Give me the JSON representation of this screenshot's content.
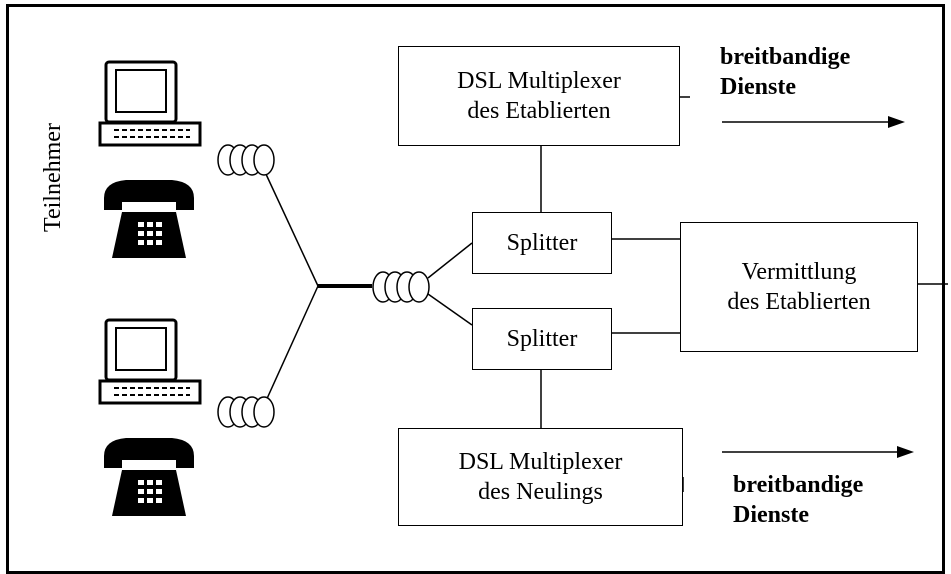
{
  "subscriber_label": "Teilnehmer",
  "boxes": {
    "dsl_incumbent": {
      "line1": "DSL Multiplexer",
      "line2": "des Etablierten"
    },
    "splitter_top": {
      "label": "Splitter"
    },
    "splitter_bottom": {
      "label": "Splitter"
    },
    "exchange": {
      "line1": "Vermittlung",
      "line2": "des Etablierten"
    },
    "dsl_newcomer": {
      "line1": "DSL Multiplexer",
      "line2": "des Neulings"
    }
  },
  "services_top": {
    "line1": "breitbandige",
    "line2": "Dienste"
  },
  "services_bottom": {
    "line1": "breitbandige",
    "line2": "Dienste"
  },
  "icons": [
    "computer-icon",
    "telephone-icon",
    "cable-coil-icon",
    "arrow-icon"
  ]
}
